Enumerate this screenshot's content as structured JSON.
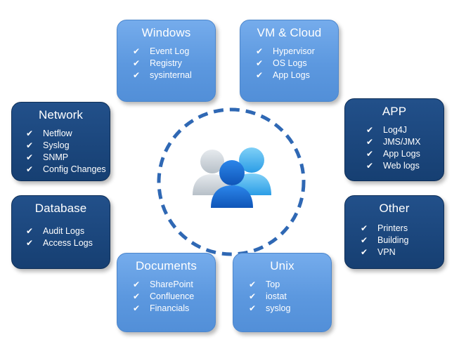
{
  "colors": {
    "light_box": "#5c98df",
    "dark_box": "#163f72",
    "ring": "#2f68b4",
    "person_back_left": "#cfd6dc",
    "person_back_right": "#4fb3f0",
    "person_front": "#1a6fd6"
  },
  "center_icon": "users-group-icon",
  "check_glyph": "✔",
  "boxes": {
    "windows": {
      "title": "Windows",
      "items": [
        "Event Log",
        "Registry",
        "sysinternal"
      ]
    },
    "vm_cloud": {
      "title": "VM & Cloud",
      "items": [
        "Hypervisor",
        "OS Logs",
        "App Logs"
      ]
    },
    "network": {
      "title": "Network",
      "items": [
        "Netflow",
        "Syslog",
        "SNMP",
        "Config Changes"
      ]
    },
    "app": {
      "title": "APP",
      "items": [
        "Log4J",
        "JMS/JMX",
        "App Logs",
        "Web logs"
      ]
    },
    "database": {
      "title": "Database",
      "items": [
        "Audit Logs",
        "Access Logs"
      ]
    },
    "other": {
      "title": "Other",
      "items": [
        "Printers",
        "Building",
        "VPN"
      ]
    },
    "documents": {
      "title": "Documents",
      "items": [
        "SharePoint",
        "Confluence",
        "Financials"
      ]
    },
    "unix": {
      "title": "Unix",
      "items": [
        "Top",
        "iostat",
        "syslog"
      ]
    }
  }
}
